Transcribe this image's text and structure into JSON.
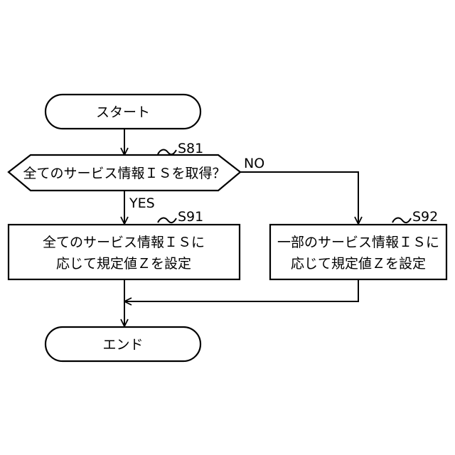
{
  "nodes": {
    "start": {
      "label": "スタート"
    },
    "decision": {
      "label": "全てのサービス情報ＩＳを取得？",
      "step": "S81"
    },
    "process_all": {
      "line1": "全てのサービス情報ＩＳに",
      "line2": "応じて規定値Ｚを設定",
      "step": "S91"
    },
    "process_partial": {
      "line1": "一部のサービス情報ＩＳに",
      "line2": "応じて規定値Ｚを設定",
      "step": "S92"
    },
    "end": {
      "label": "エンド"
    }
  },
  "edges": {
    "yes_label": "YES",
    "no_label": "NO"
  }
}
